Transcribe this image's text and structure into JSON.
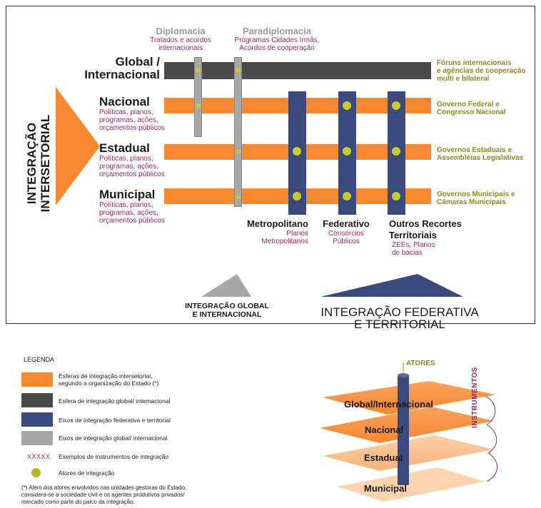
{
  "top": {
    "vertical_title": [
      "INTEGRAÇÃO",
      "INTERSETORIAL"
    ],
    "columns_top": [
      {
        "title": "Diplomacia",
        "desc": [
          "Tratados e acordos",
          "internacionais"
        ]
      },
      {
        "title": "Paradiplomacia",
        "desc": [
          "Programas Cidades Irmãs,",
          "Acordos de cooperação"
        ]
      }
    ],
    "levels": [
      {
        "name": [
          "Global /",
          "Internacional"
        ],
        "desc": [],
        "right": [
          "Fóruns internacionais",
          "e agências de cooperação",
          "multi e bilateral"
        ]
      },
      {
        "name": [
          "Nacional"
        ],
        "desc": [
          "Políticas, planos,",
          "programas, ações,",
          "orçamentos públicos"
        ],
        "right": [
          "Governo Federal e",
          "Congresso Nacional"
        ]
      },
      {
        "name": [
          "Estadual"
        ],
        "desc": [
          "Políticas, planos,",
          "programas, ações,",
          "orçamentos públicos"
        ],
        "right": [
          "Governos Estaduais e",
          "Assembléias Legislativas"
        ]
      },
      {
        "name": [
          "Municipal"
        ],
        "desc": [
          "Políticas, planos,",
          "programas, ações,",
          "orçamentos públicos"
        ],
        "right": [
          "Governos Municipais e",
          "Câmaras Municipais"
        ]
      }
    ],
    "axes": [
      {
        "name": [
          "Metropolitano"
        ],
        "desc": [
          "Planos",
          "Metropolitanos"
        ]
      },
      {
        "name": [
          "Federativo"
        ],
        "desc": [
          "Consórcios",
          "Públicos"
        ]
      },
      {
        "name": [
          "Outros Recortes",
          "Territoriais"
        ],
        "desc": [
          "ZEEs, Planos",
          "de bacias"
        ]
      }
    ],
    "bottom_left": [
      "INTEGRAÇÃO GLOBAL",
      "E INTERNACIONAL"
    ],
    "bottom_right": [
      "INTEGRAÇÃO FEDERATIVA",
      "E TERRITORIAL"
    ]
  },
  "legend": {
    "title": "LEGENDA",
    "items": [
      {
        "text": [
          "Esferas de integração intersetorial,",
          "segundo a organização do Estado (*)"
        ],
        "color": "#f7882f"
      },
      {
        "text": [
          "Esfera de integração global/ internacional"
        ],
        "color": "#4a4a4a"
      },
      {
        "text": [
          "Eixos de integração federativa e territorial"
        ],
        "color": "#3a4a7c"
      },
      {
        "text": [
          "Eixos de integração global/ internacional"
        ],
        "color": "#a6a6a6"
      }
    ],
    "instr_marker": "XXXXX",
    "instr_text": "Exemplos de instrumentos de integração",
    "actor_text": "Atores de integração",
    "footnote": [
      "(*) Além dos atores envolvidos nas unidades gestoras do Estado,",
      "considera-se a sociedade civil e os agentes produtivos privados/",
      "mercado como parte do palco da integração."
    ]
  },
  "layers": {
    "atores": "ATORES",
    "instrumentos": "INSTRUMENTOS",
    "levels": [
      "Global/Internacional",
      "Nacional",
      "Estadual",
      "Municipal"
    ]
  },
  "colors": {
    "orange": "#f7882f",
    "dark": "#4a4a4a",
    "navy": "#3a4a7c",
    "gray": "#a6a6a6",
    "dot": "#c9c930",
    "purple": "#9b2a68",
    "olive": "#8c8c1e"
  }
}
